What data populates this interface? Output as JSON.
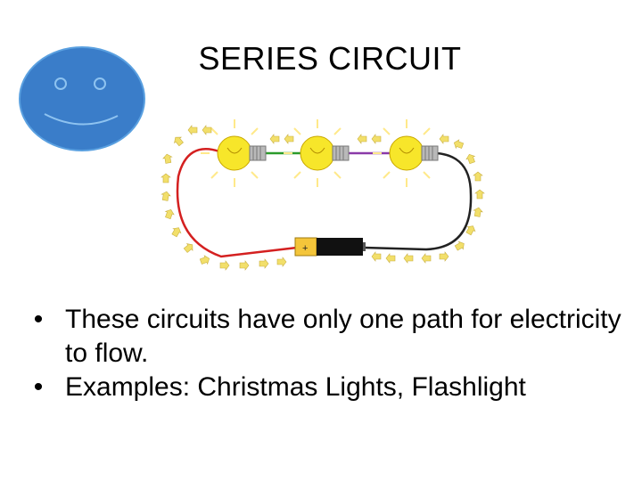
{
  "slide": {
    "title": "SERIES CIRCUIT",
    "bullets": [
      "These circuits have only one path for electricity to flow.",
      "Examples: Christmas Lights, Flashlight"
    ]
  },
  "diagram": {
    "battery_label": "+",
    "bulb_count": 3
  },
  "colors": {
    "smiley_face": "#3a7dc9",
    "smiley_outline": "#5aa0e0",
    "bulb": "#f7e62a",
    "glow": "#ffe98a",
    "battery_body": "#f4c53a",
    "wire_red": "#d42020",
    "wire_black": "#222222",
    "arrow": "#f2df6a"
  }
}
